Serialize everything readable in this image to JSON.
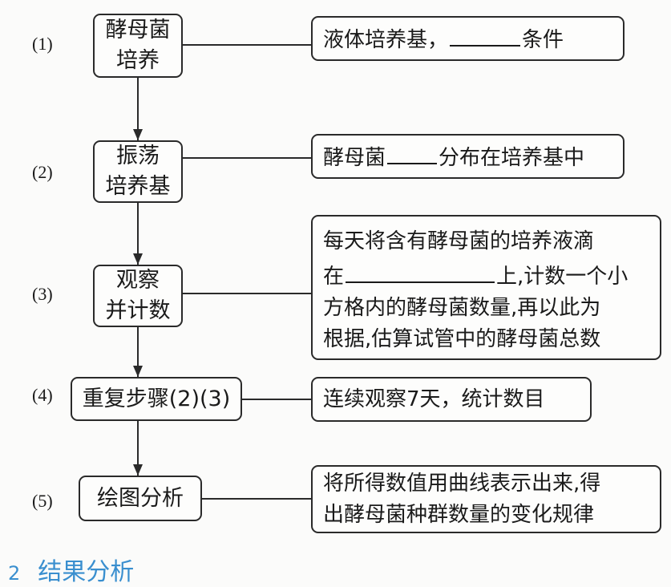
{
  "steps": [
    {
      "number": "(1)",
      "action_lines": [
        "酵母菌",
        "培养"
      ],
      "detail": {
        "before_blank": "液体培养基，",
        "blank": "",
        "after_blank": "条件"
      }
    },
    {
      "number": "(2)",
      "action_lines": [
        "振荡",
        "培养基"
      ],
      "detail": {
        "before_blank": "酵母菌",
        "blank": "",
        "after_blank": "分布在培养基中"
      }
    },
    {
      "number": "(3)",
      "action_lines": [
        "观察",
        "并计数"
      ],
      "detail": {
        "line1": "每天将含有酵母菌的培养液滴",
        "line2_before_blank": "在",
        "line2_blank": "",
        "line2_after_blank": "上,计数一个小",
        "line3": "方格内的酵母菌数量,再以此为",
        "line4": "根据,估算试管中的酵母菌总数"
      }
    },
    {
      "number": "(4)",
      "action": "重复步骤(2)(3)",
      "detail": "连续观察7天，统计数目"
    },
    {
      "number": "(5)",
      "action": "绘图分析",
      "detail_lines": [
        "将所得数值用曲线表示出来,得",
        "出酵母菌种群数量的变化规律"
      ]
    }
  ],
  "footer_heading": {
    "number": "2",
    "text": "结果分析"
  },
  "colors": {
    "line": "#2a2a2a",
    "heading_blue": "#3a8fcf"
  }
}
